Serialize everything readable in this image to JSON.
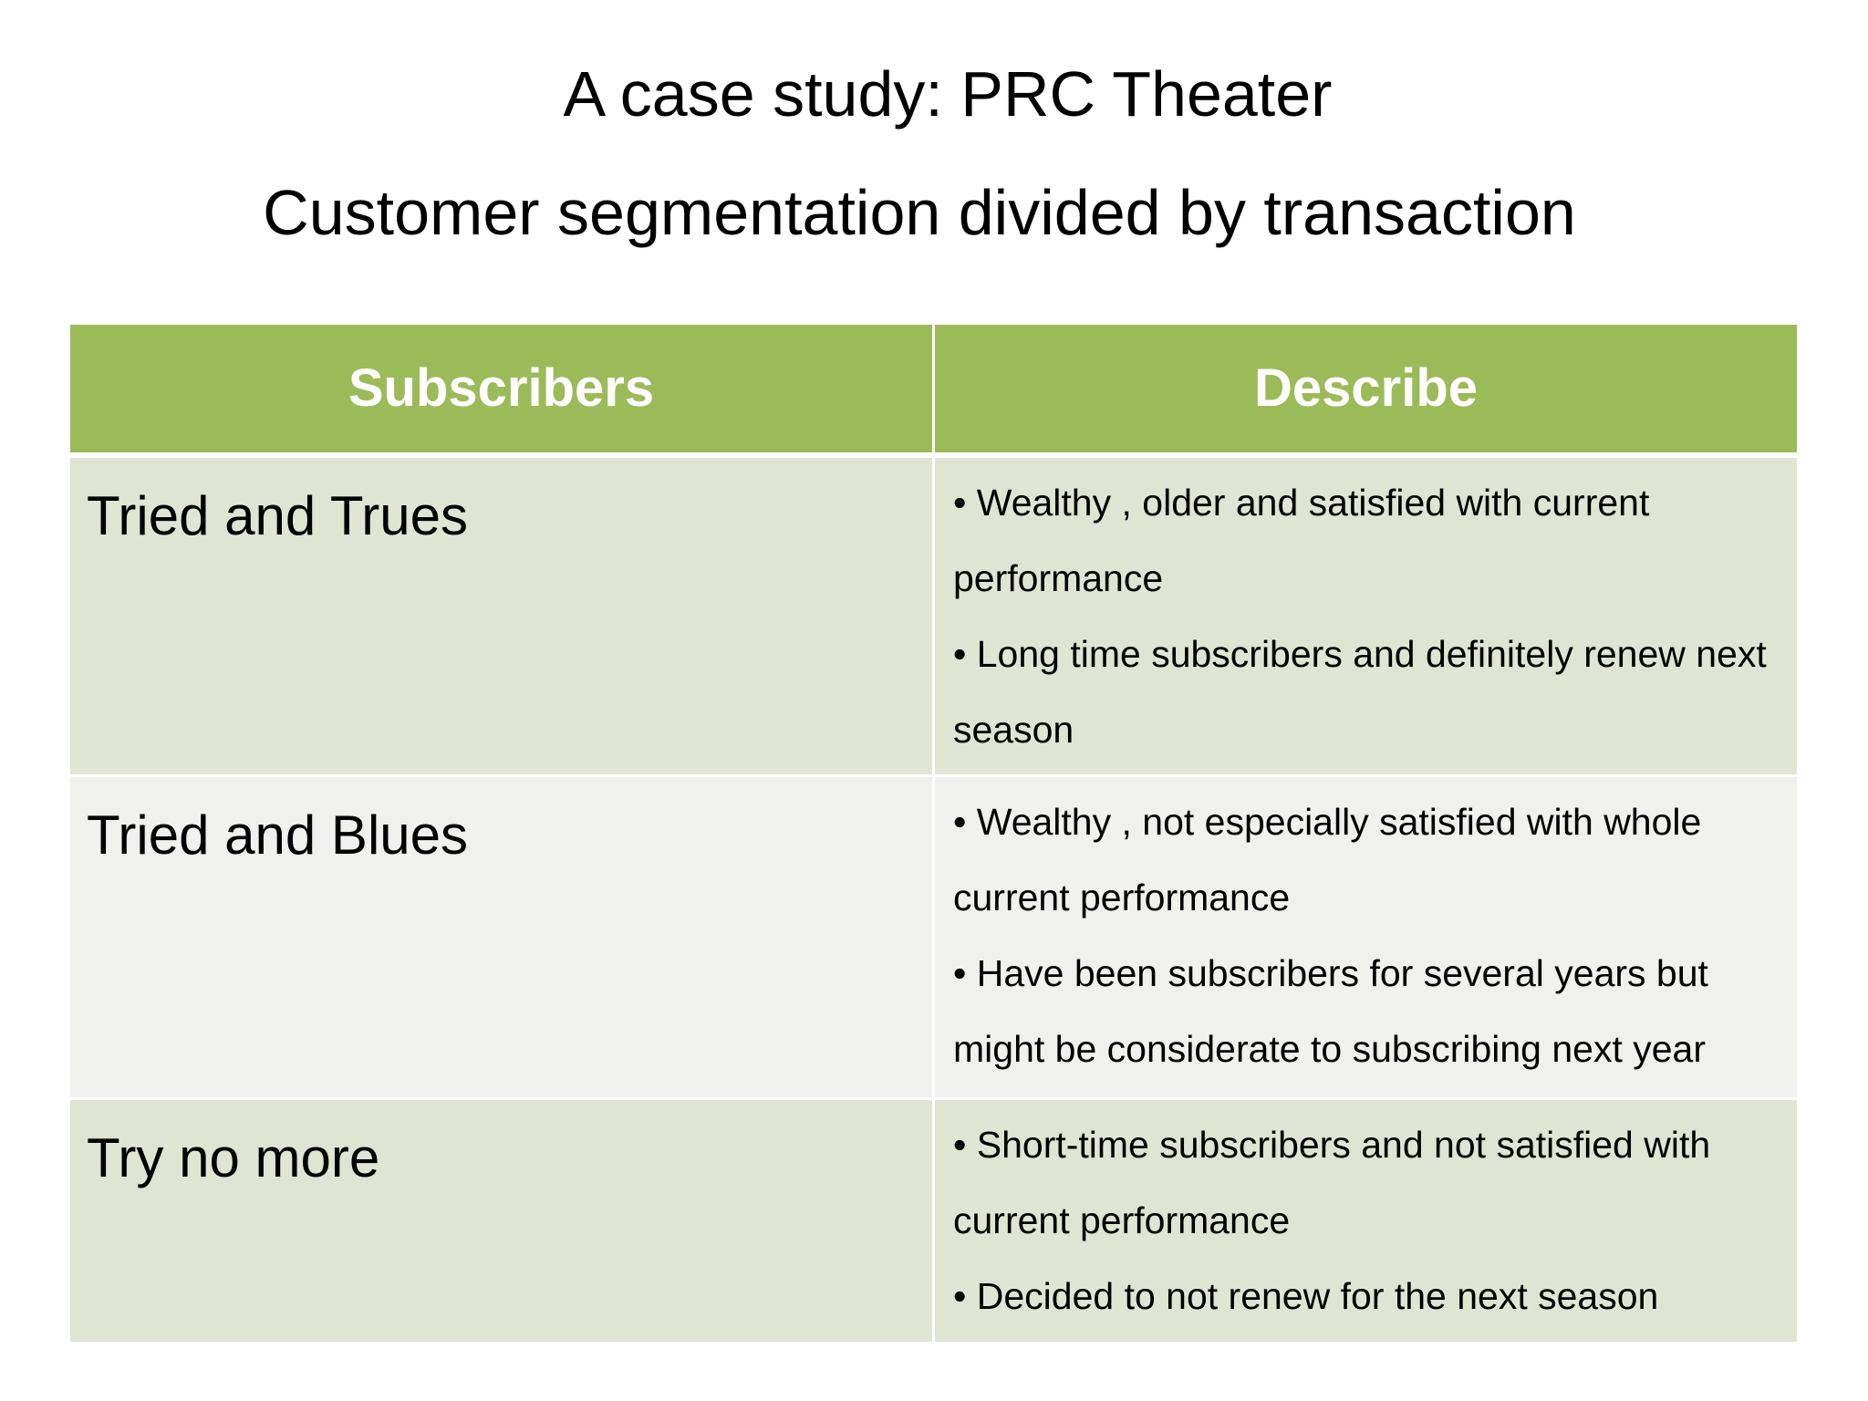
{
  "slide": {
    "title": "A case study: PRC Theater",
    "subtitle": "Customer segmentation divided by transaction"
  },
  "table": {
    "headers": [
      "Subscribers",
      "Describe"
    ],
    "rows": [
      {
        "segment": "Tried and Trues",
        "bullets": [
          "• Wealthy , older and satisfied with current performance",
          "• Long time subscribers and definitely renew next season"
        ]
      },
      {
        "segment": "Tried and Blues",
        "bullets": [
          "• Wealthy , not especially satisfied with whole current performance",
          "• Have been subscribers for several years but might be considerate to subscribing next year"
        ]
      },
      {
        "segment": "Try no more",
        "bullets": [
          "• Short-time subscribers and not satisfied with current performance",
          "• Decided to not renew for the next season"
        ]
      }
    ]
  },
  "colors": {
    "header_bg": "#9bbb59",
    "row_dark": "#e0e5d3",
    "row_light": "#f0f1ec",
    "header_text": "#ffffff"
  }
}
